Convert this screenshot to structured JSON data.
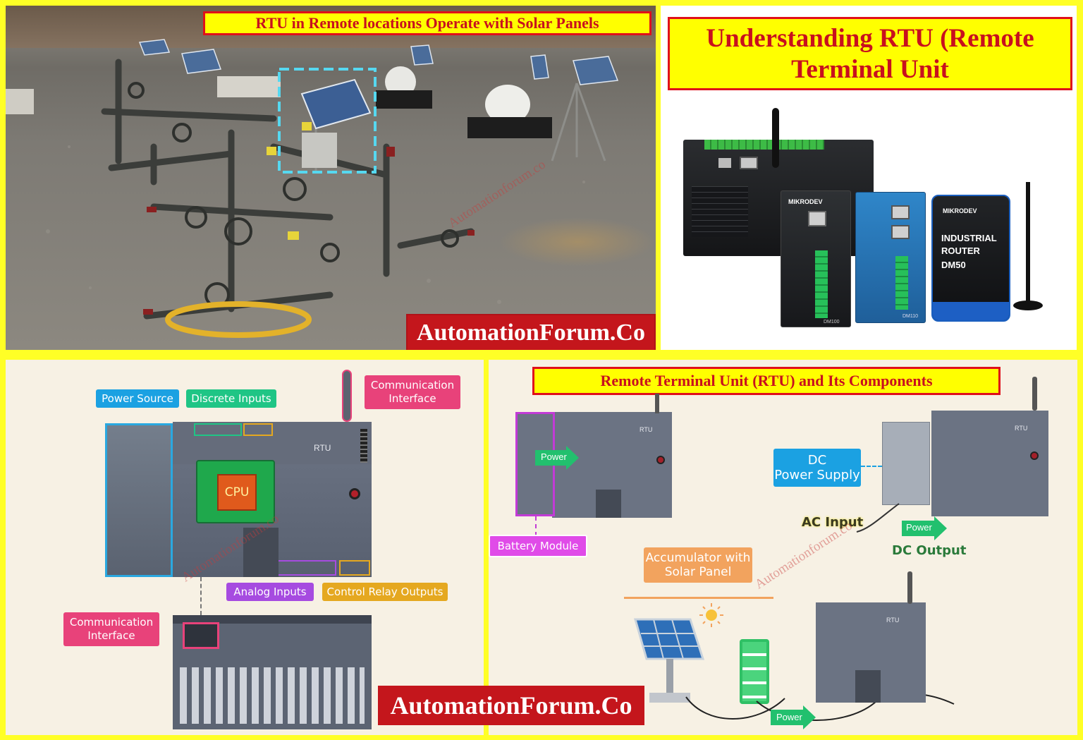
{
  "photo_panel": {
    "caption": "RTU in Remote locations Operate with Solar Panels",
    "brand": "AutomationForum.Co",
    "watermark": "Automationforum.co"
  },
  "product_panel": {
    "title_line1": "Understanding RTU (Remote",
    "title_line2": "Terminal Unit",
    "device_brand": "MIKRODEV",
    "router_line1": "INDUSTRIAL",
    "router_line2": "ROUTER",
    "router_model": "DM50",
    "module_model_a": "DM100",
    "module_model_b": "DM110"
  },
  "rtu_diagram": {
    "device_label": "RTU",
    "cpu_label": "CPU",
    "power_source": "Power Source",
    "discrete_inputs": "Discrete Inputs",
    "comm_interface_top": "Communication Interface",
    "analog_inputs": "Analog Inputs",
    "control_relay_outputs": "Control Relay Outputs",
    "comm_interface_bottom": "Communication Interface",
    "watermark": "Automationforum.co"
  },
  "components_panel": {
    "title": "Remote Terminal Unit (RTU) and Its Components",
    "rtu_label": "RTU",
    "power": "Power",
    "battery_module": "Battery Module",
    "dc_power_supply_line1": "DC",
    "dc_power_supply_line2": "Power Supply",
    "ac_input": "AC Input",
    "dc_output": "DC Output",
    "accumulator_line1": "Accumulator with",
    "accumulator_line2": "Solar Panel",
    "watermark": "Automationforum.co"
  },
  "brand_bottom": "AutomationForum.Co",
  "colors": {
    "frame": "#ffff26",
    "title_red": "#c8101e",
    "brand_bg": "#c4161c",
    "label_blue": "#1ba1e2",
    "label_green": "#1fc585",
    "label_pink": "#e8427a",
    "label_purple": "#a64be0",
    "label_yellow": "#e5a820",
    "label_orange": "#f2a35e",
    "arrow_green": "#22c06e"
  }
}
